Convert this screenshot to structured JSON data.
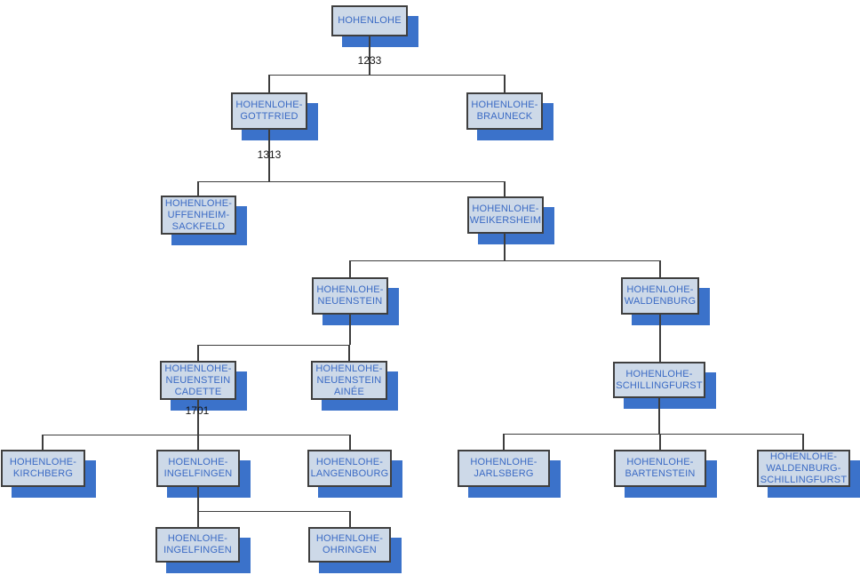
{
  "diagram": {
    "type": "family-tree-org-chart",
    "title": "Hohenlohe family tree",
    "colors": {
      "background": "#ffffff",
      "node_fill": "#cdd9e8",
      "node_border": "#3f3f3f",
      "node_text": "#3a6ac4",
      "node_shadow": "#3b72ca",
      "connector": "#3d3d3d",
      "edge_label_text": "#141414"
    },
    "nodes": {
      "hohenlohe": "HOHENLOHE",
      "gottfried": "HOHENLOHE-\nGOTTFRIED",
      "brauneck": "HOHENLOHE-\nBRAUNECK",
      "uffenheim_sackfeld": "HOHENLOHE-\nUFFENHEIM-\nSACKFELD",
      "weikersheim": "HOHENLOHE-\nWEIKERSHEIM",
      "neuenstein": "HOHENLOHE-\nNEUENSTEIN",
      "waldenburg": "HOHENLOHE-\nWALDENBURG",
      "neuenstein_cadette": "HOHENLOHE-\nNEUENSTEIN\nCADETTE",
      "neuenstein_ainee": "HOHENLOHE-\nNEUENSTEIN\nAINÉE",
      "schillingfurst": "HOHENLOHE-\nSCHILLINGFURST",
      "kirchberg": "HOHENLOHE-\nKIRCHBERG",
      "ingelfingen": "HOENLOHE-\nINGELFINGEN",
      "langenbourg": "HOHENLOHE-\nLANGENBOURG",
      "jarlsberg": "HOHENLOHE-\nJARLSBERG",
      "bartenstein": "HOHENLOHE-\nBARTENSTEIN",
      "waldenburg_schillingfurst": "HOHENLOHE-\nWALDENBURG-\nSCHILLINGFURST",
      "ingelfingen_cadet": "HOENLOHE-\nINGELFINGEN",
      "ohringen": "HOHENLOHE-\nOHRINGEN"
    },
    "edge_labels": {
      "year_1233": "1233",
      "year_1313": "1313",
      "year_1701": "1701"
    },
    "edges": [
      {
        "from": "hohenlohe",
        "to": "gottfried",
        "label": "1233"
      },
      {
        "from": "hohenlohe",
        "to": "brauneck",
        "label": "1233"
      },
      {
        "from": "gottfried",
        "to": "uffenheim_sackfeld",
        "label": "1313"
      },
      {
        "from": "gottfried",
        "to": "weikersheim",
        "label": "1313"
      },
      {
        "from": "weikersheim",
        "to": "neuenstein"
      },
      {
        "from": "weikersheim",
        "to": "waldenburg"
      },
      {
        "from": "neuenstein",
        "to": "neuenstein_cadette"
      },
      {
        "from": "neuenstein",
        "to": "neuenstein_ainee"
      },
      {
        "from": "waldenburg",
        "to": "schillingfurst"
      },
      {
        "from": "neuenstein_cadette",
        "to": "kirchberg",
        "label": "1701"
      },
      {
        "from": "neuenstein_cadette",
        "to": "ingelfingen",
        "label": "1701"
      },
      {
        "from": "neuenstein_cadette",
        "to": "langenbourg",
        "label": "1701"
      },
      {
        "from": "schillingfurst",
        "to": "jarlsberg"
      },
      {
        "from": "schillingfurst",
        "to": "bartenstein"
      },
      {
        "from": "schillingfurst",
        "to": "waldenburg_schillingfurst"
      },
      {
        "from": "ingelfingen",
        "to": "ingelfingen_cadet"
      },
      {
        "from": "ingelfingen",
        "to": "ohringen"
      }
    ]
  }
}
